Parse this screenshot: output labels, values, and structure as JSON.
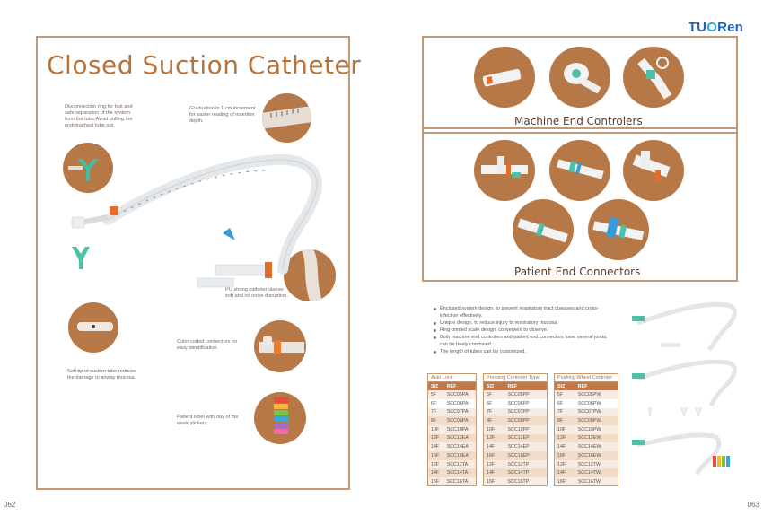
{
  "brand": {
    "tu": "TU",
    "o": "O",
    "ren": "Ren"
  },
  "left_page": {
    "title": "Closed Suction Catheter",
    "notes": {
      "disconnection": "Disconnection ring for fast and safe separation of the system from the tube;Avoid pulling the endotracheal tube out.",
      "graduation": "Graduation in 1 cm increment for easier reading of insertion depth.",
      "pu_sleeve": "PU strong catheter sleeve: soft and no noise disruption.",
      "color_coded": "Color-coded connectors for easy identification.",
      "soft_tip": "Soft tip of suction tube reduces the damage to airway mucosa.",
      "patient_label": "Patient label with day of the week stickers."
    },
    "page_number": "062"
  },
  "right_page": {
    "machine_section": "Machine End Controlers",
    "patient_section": "Patient End Connectors",
    "bullets": [
      "Enclosed system design, to prevent respiratory tract diseases and cross-infection effectively.",
      "Unique design, to reduce injury to respiratory mucosa.",
      "Ring-printed scale design, convenient to observe.",
      "Both machine end controlers and patient end connectors have several joints, can be freely combined.",
      "The length of tubes can be customized."
    ],
    "tables": [
      {
        "caption": "Auto Lock",
        "headers": [
          "SIZ",
          "REF"
        ],
        "rows": [
          [
            "5F",
            "SCC05PA"
          ],
          [
            "6F",
            "SCC06PA"
          ],
          [
            "7F",
            "SCC07PA"
          ],
          [
            "8F",
            "SCC08PA"
          ],
          [
            "10F",
            "SCC10PA"
          ],
          [
            "12F",
            "SCC12EA"
          ],
          [
            "14F",
            "SCC14EA"
          ],
          [
            "16F",
            "SCC16EA"
          ],
          [
            "12F",
            "SCC12TA"
          ],
          [
            "14F",
            "SCC14TA"
          ],
          [
            "16F",
            "SCC16TA"
          ]
        ]
      },
      {
        "caption": "Pressing Controler Type",
        "headers": [
          "SIZ",
          "REF"
        ],
        "rows": [
          [
            "5F",
            "SCC05PP"
          ],
          [
            "6F",
            "SCC06PP"
          ],
          [
            "7F",
            "SCC07PP"
          ],
          [
            "8F",
            "SCC08PP"
          ],
          [
            "10F",
            "SCC10PP"
          ],
          [
            "12F",
            "SCC12EP"
          ],
          [
            "14F",
            "SCC14EP"
          ],
          [
            "16F",
            "SCC16EP"
          ],
          [
            "12F",
            "SCC12TP"
          ],
          [
            "14F",
            "SCC14TP"
          ],
          [
            "16F",
            "SCC16TP"
          ]
        ]
      },
      {
        "caption": "Pushing Wheel Controler",
        "headers": [
          "SIZ",
          "REF"
        ],
        "rows": [
          [
            "5F",
            "SCC05PW"
          ],
          [
            "6F",
            "SCC06PW"
          ],
          [
            "7F",
            "SCC07PW"
          ],
          [
            "8F",
            "SCC08PW"
          ],
          [
            "10F",
            "SCC10PW"
          ],
          [
            "12F",
            "SCC12EW"
          ],
          [
            "14F",
            "SCC14EW"
          ],
          [
            "16F",
            "SCC16EW"
          ],
          [
            "12F",
            "SCC12TW"
          ],
          [
            "14F",
            "SCC14TW"
          ],
          [
            "16F",
            "SCC16TW"
          ]
        ]
      }
    ],
    "page_number": "063"
  }
}
